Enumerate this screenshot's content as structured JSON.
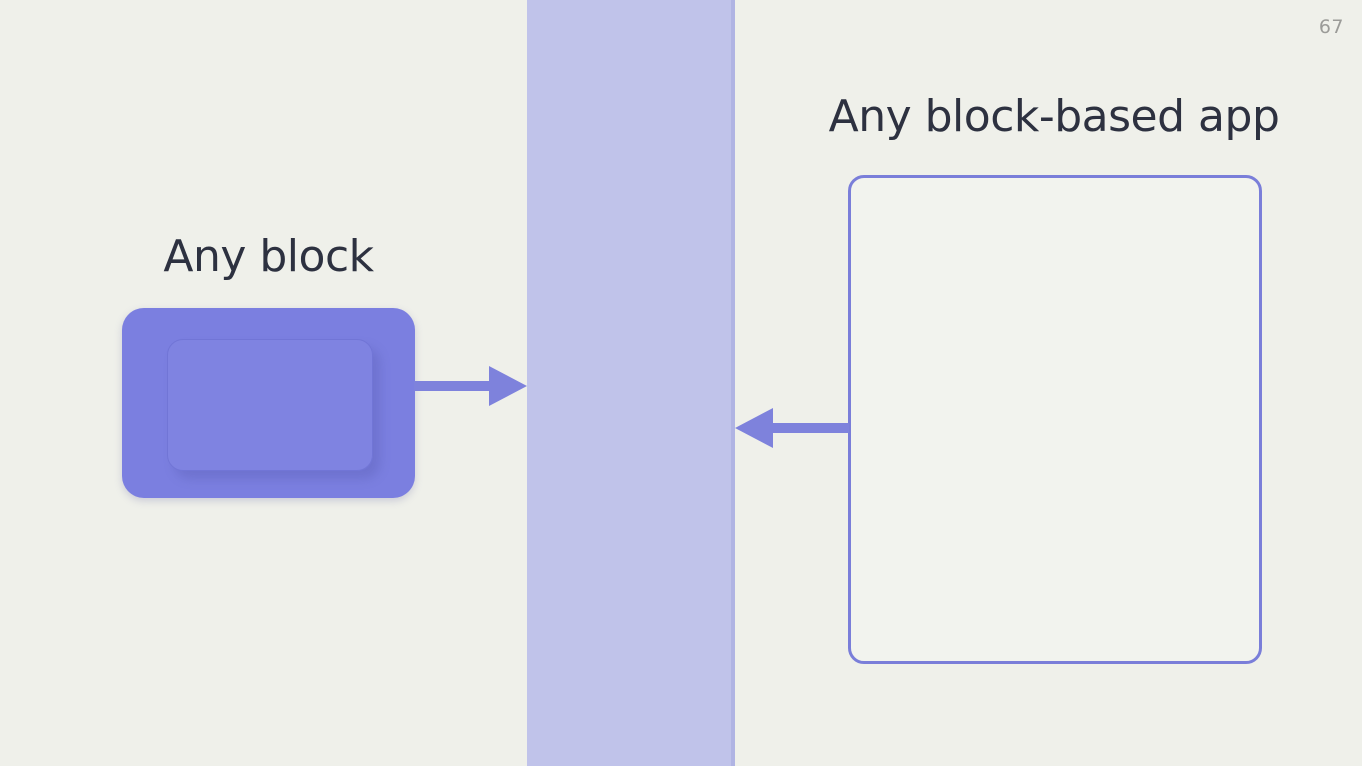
{
  "slide": {
    "page_number": "67",
    "left_label": "Any block",
    "right_label": "Any block-based app"
  },
  "colors": {
    "background": "#eff0ea",
    "band": "#c0c3ea",
    "band_edge": "#b0b4e3",
    "block_fill": "#7b7fe0",
    "block_inner_edge": "#7175d6",
    "arrow": "#7e82dc",
    "box_border": "#7a7ed9",
    "box_fill": "#f2f3ee",
    "heading_text": "#2d3140",
    "page_number_text": "#9b9b98"
  }
}
